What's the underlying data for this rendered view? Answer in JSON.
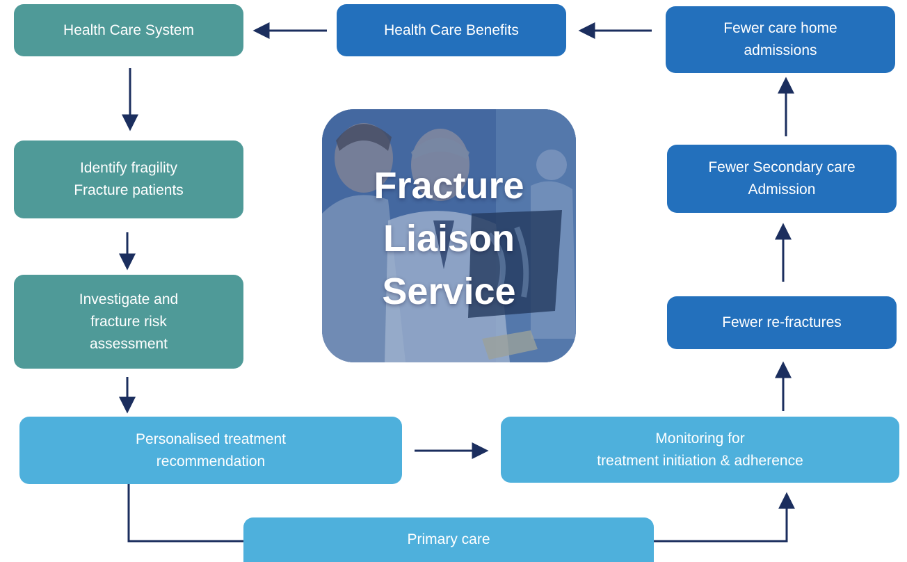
{
  "colors": {
    "teal": "#4f9a98",
    "dark_blue": "#2370bc",
    "light_blue": "#4eb0dc",
    "arrow": "#1b2e5e",
    "center_overlay": "#4468a0"
  },
  "center": {
    "title": "Fracture\nLiaison\nService",
    "image": "doctor-and-patient-reviewing-x-ray-photo"
  },
  "nodes": {
    "health_care_system": "Health Care System",
    "health_care_benefits": "Health Care Benefits",
    "fewer_care_home": "Fewer care home\nadmissions",
    "identify_fragility": "Identify fragility\nFracture patients",
    "investigate": "Investigate and\nfracture risk\nassessment",
    "personalised": "Personalised treatment\nrecommendation",
    "monitoring": "Monitoring for\ntreatment initiation & adherence",
    "fewer_secondary": "Fewer Secondary care\nAdmission",
    "fewer_refractures": "Fewer re-fractures",
    "primary_care": "Primary care"
  }
}
